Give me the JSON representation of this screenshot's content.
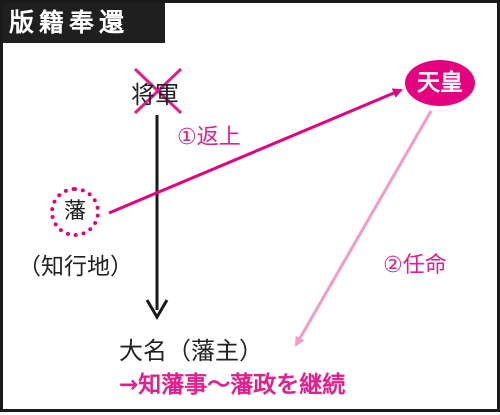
{
  "title": "版籍奉還",
  "nodes": {
    "shogun": "将軍",
    "tenno": "天皇",
    "han": "藩",
    "chigyo": "（知行地）",
    "daimyo": "大名（藩主）",
    "chihanji": "→知藩事〜藩政を継続"
  },
  "arrows": {
    "step1": "①返上",
    "step2": "②任命"
  },
  "colors": {
    "accent": "#e5007f",
    "accent_light": "#f39ac8",
    "dark": "#1f1f1f"
  }
}
